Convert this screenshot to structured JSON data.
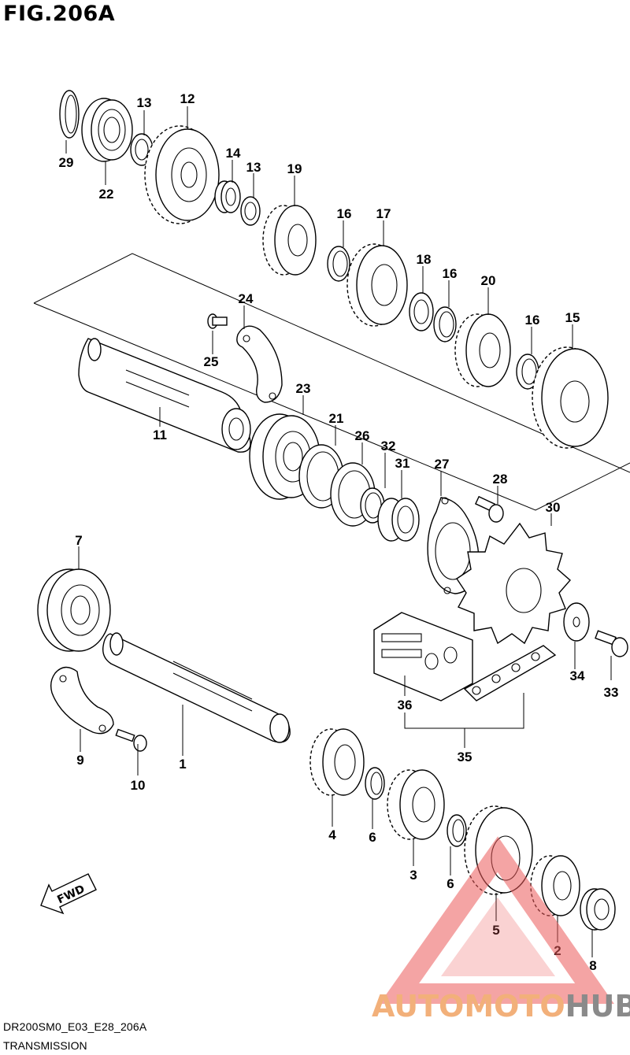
{
  "figure_title": "FIG.206A",
  "diagram_code": "DR200SM0_E03_E28_206A",
  "diagram_name": "TRANSMISSION",
  "direction_label": "FWD",
  "watermark": {
    "part1": "AUTOMOTO",
    "part2": "HUB",
    "color_main": "#f08080",
    "color_text": "#f2b07a"
  },
  "part_numbers": {
    "p1": "1",
    "p2": "2",
    "p3": "3",
    "p4": "4",
    "p5": "5",
    "p6a": "6",
    "p6b": "6",
    "p7": "7",
    "p8": "8",
    "p9": "9",
    "p10": "10",
    "p11": "11",
    "p12": "12",
    "p13a": "13",
    "p13b": "13",
    "p14": "14",
    "p15": "15",
    "p16a": "16",
    "p16b": "16",
    "p16c": "16",
    "p17": "17",
    "p18": "18",
    "p19": "19",
    "p20": "20",
    "p21": "21",
    "p22": "22",
    "p23": "23",
    "p24": "24",
    "p25": "25",
    "p26": "26",
    "p27": "27",
    "p28": "28",
    "p29": "29",
    "p30": "30",
    "p31": "31",
    "p32": "32",
    "p33": "33",
    "p34": "34",
    "p35": "35",
    "p36": "36"
  }
}
